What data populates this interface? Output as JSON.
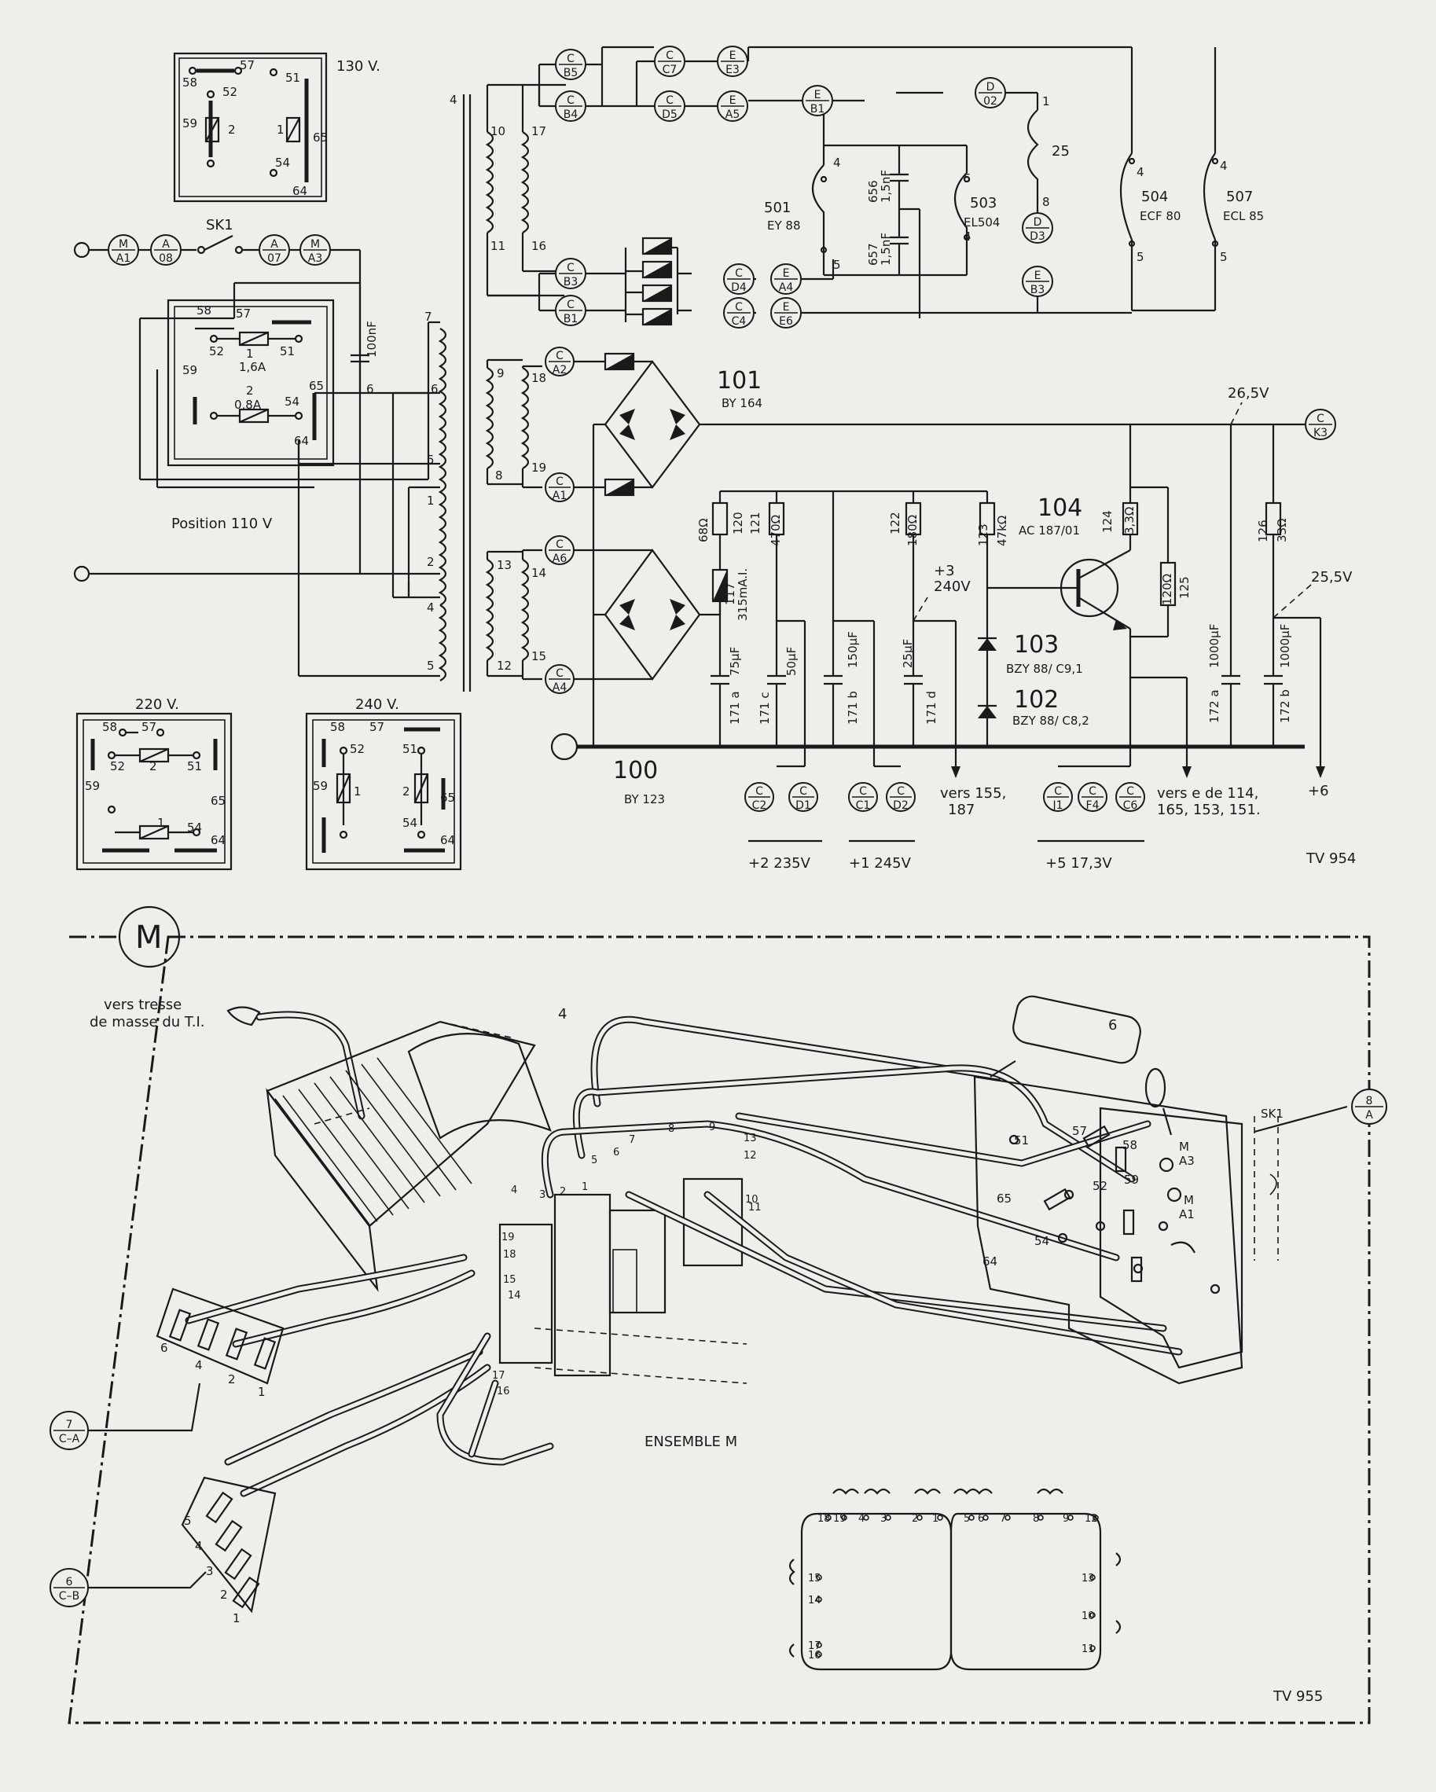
{
  "top_schematic": {
    "doc_id": "TV 954",
    "transformer_ref": "4",
    "panels": {
      "p130": {
        "title": "130 V.",
        "pins": [
          "58",
          "57",
          "52",
          "51",
          "59",
          "2",
          "1",
          "65",
          "54",
          "64"
        ]
      },
      "p110": {
        "title": "Position  110 V",
        "pins": [
          "58",
          "57",
          "52",
          "51",
          "59",
          "65",
          "54",
          "64"
        ],
        "fuse1": "1",
        "fuse1_rating": "1,6A",
        "fuse2": "2",
        "fuse2_rating": "0,8A"
      },
      "p220": {
        "title": "220 V.",
        "pins": [
          "58",
          "57",
          "52",
          "51",
          "59",
          "2",
          "1",
          "54",
          "65",
          "64"
        ]
      },
      "p240": {
        "title": "240 V.",
        "pins": [
          "58",
          "57",
          "52",
          "51",
          "59",
          "1",
          "2",
          "65",
          "54",
          "64"
        ]
      }
    },
    "switch": {
      "name": "SK1",
      "connectors": [
        {
          "top": "M",
          "bottom": "A1"
        },
        {
          "top": "A",
          "bottom": "08"
        },
        {
          "top": "A",
          "bottom": "07"
        },
        {
          "top": "M",
          "bottom": "A3"
        }
      ]
    },
    "capacitor_100nF": {
      "value": "100nF",
      "ref": "6"
    },
    "primary_taps": [
      "7",
      "6",
      "5",
      "1",
      "2",
      "4",
      "5"
    ],
    "secondary_taps": {
      "a": [
        "10",
        "11",
        "17",
        "16"
      ],
      "b": [
        "9",
        "8",
        "18",
        "19"
      ],
      "c": [
        "13",
        "12",
        "14",
        "15"
      ]
    },
    "tube_connectors": [
      {
        "top": "C",
        "bottom": "B5"
      },
      {
        "top": "C",
        "bottom": "B4"
      },
      {
        "top": "C",
        "bottom": "C7"
      },
      {
        "top": "C",
        "bottom": "D5"
      },
      {
        "top": "E",
        "bottom": "E3"
      },
      {
        "top": "E",
        "bottom": "A5"
      },
      {
        "top": "E",
        "bottom": "B1"
      },
      {
        "top": "D",
        "bottom": "02"
      },
      {
        "top": "D",
        "bottom": "D3"
      },
      {
        "top": "E",
        "bottom": "B3"
      },
      {
        "top": "C",
        "bottom": "B3"
      },
      {
        "top": "C",
        "bottom": "B1"
      },
      {
        "top": "C",
        "bottom": "D4"
      },
      {
        "top": "E",
        "bottom": "A4"
      },
      {
        "top": "C",
        "bottom": "C4"
      },
      {
        "top": "E",
        "bottom": "E6"
      }
    ],
    "tubes": [
      {
        "ref": "501",
        "type": "EY 88",
        "pins": [
          "4",
          "5"
        ]
      },
      {
        "ref": "503",
        "type": "EL504",
        "pins": [
          "5",
          "4"
        ]
      },
      {
        "ref": "504",
        "type": "ECF 80",
        "pins": [
          "4",
          "5"
        ]
      },
      {
        "ref": "507",
        "type": "ECL 85",
        "pins": [
          "4",
          "5"
        ]
      },
      {
        "ref": "25",
        "type": "",
        "pins": [
          "1",
          "8"
        ]
      }
    ],
    "caps_heater": [
      {
        "ref": "656",
        "value": "1,5nF"
      },
      {
        "ref": "657",
        "value": "1,5nF"
      }
    ],
    "rectifier_101": {
      "ref": "101",
      "type": "BY 164"
    },
    "rectifier_100": {
      "ref": "100",
      "type": "BY 123"
    },
    "rect_connectors": [
      {
        "top": "C",
        "bottom": "A2"
      },
      {
        "top": "C",
        "bottom": "A1"
      },
      {
        "top": "C",
        "bottom": "A6"
      },
      {
        "top": "C",
        "bottom": "A4"
      }
    ],
    "resistors": [
      {
        "ref": "120",
        "value": "68Ω"
      },
      {
        "ref": "121",
        "value": "470Ω"
      },
      {
        "ref": "122",
        "value": "180Ω"
      },
      {
        "ref": "123",
        "value": "47kΩ"
      },
      {
        "ref": "124",
        "value": "3,3Ω"
      },
      {
        "ref": "125",
        "value": "120Ω"
      },
      {
        "ref": "126",
        "value": "33Ω"
      }
    ],
    "fuse_117": {
      "ref": "117",
      "value": "315mA.I."
    },
    "capacitors": [
      {
        "ref": "171 a",
        "value": "75µF"
      },
      {
        "ref": "171 c",
        "value": "50µF"
      },
      {
        "ref": "171 b",
        "value": "150µF"
      },
      {
        "ref": "171 d",
        "value": "25µF"
      },
      {
        "ref": "172 a",
        "value": "1000µF"
      },
      {
        "ref": "172 b",
        "value": "1000µF"
      }
    ],
    "transistor": {
      "ref": "104",
      "type": "AC 187/01"
    },
    "zeners": [
      {
        "ref": "103",
        "type": "BZY 88/ C9,1"
      },
      {
        "ref": "102",
        "type": "BZY 88/ C8,2"
      }
    ],
    "voltages": {
      "v26_5": "26,5V",
      "v25_5": "25,5V",
      "plus3": "+3",
      "v240": "240V"
    },
    "outputs": {
      "k3": {
        "top": "C",
        "bottom": "K3"
      },
      "group1": {
        "conns": [
          {
            "top": "C",
            "bottom": "C2"
          },
          {
            "top": "C",
            "bottom": "D1"
          }
        ],
        "label": "+2   235V"
      },
      "group2": {
        "conns": [
          {
            "top": "C",
            "bottom": "C1"
          },
          {
            "top": "C",
            "bottom": "D2"
          }
        ],
        "label": "+1   245V"
      },
      "vers155": "vers  155,\n187",
      "group3": {
        "conns": [
          {
            "top": "C",
            "bottom": "J1"
          },
          {
            "top": "C",
            "bottom": "F4"
          },
          {
            "top": "C",
            "bottom": "C6"
          }
        ],
        "label": "+5     17,3V"
      },
      "vers114": "vers  e de  114,\n165,  153,  151.",
      "plus6": "+6"
    }
  },
  "bottom_assembly": {
    "doc_id": "TV 955",
    "module_letter": "M",
    "title": "ENSEMBLE   M",
    "ground_note": "vers  tresse\nde  masse  du  T.I.",
    "transformer_ref": "4",
    "capacitor_ref": "6",
    "switch_ref": "SK1",
    "conn_8A": {
      "top": "8",
      "bottom": "A"
    },
    "conn_7CA": {
      "top": "7",
      "bottom": "C–A"
    },
    "conn_6CB": {
      "top": "6",
      "bottom": "C–B"
    },
    "conn_M_A3": {
      "top": "M",
      "bottom": "A3"
    },
    "conn_M_A1": {
      "top": "M",
      "bottom": "A1"
    },
    "plate_pins": [
      "51",
      "57",
      "58",
      "52",
      "59",
      "65",
      "54",
      "64"
    ],
    "terminal_numbers": [
      "4",
      "3",
      "2",
      "1",
      "5",
      "6",
      "7",
      "8",
      "9",
      "10",
      "11",
      "12",
      "13",
      "14",
      "15",
      "16",
      "17",
      "18",
      "19"
    ],
    "strip_a_pins": [
      "6",
      "4",
      "2",
      "1"
    ],
    "strip_b_pins": [
      "5",
      "4",
      "3",
      "2",
      "1"
    ],
    "plan_top": [
      "18",
      "19",
      "4",
      "3",
      "2",
      "1",
      "5",
      "6",
      "7",
      "8",
      "9",
      "12"
    ],
    "plan_left": [
      "15",
      "14",
      "17",
      "16"
    ],
    "plan_right": [
      "13",
      "10",
      "11"
    ]
  }
}
